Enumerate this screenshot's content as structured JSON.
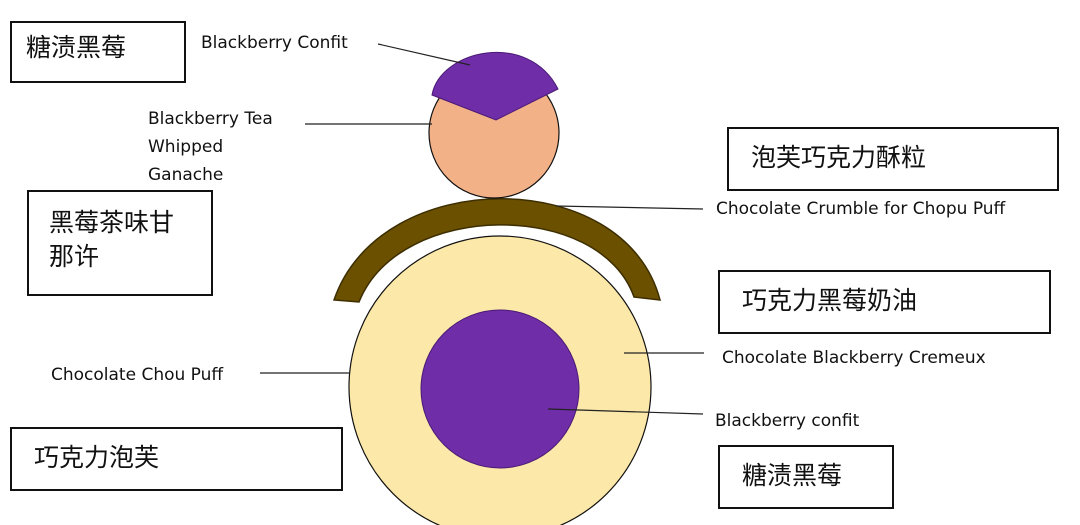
{
  "colors": {
    "confit_purple": "#6f2da8",
    "ganache_peach": "#f3b187",
    "crumble_brown": "#6b5000",
    "cremeux_cream": "#fce8a8",
    "leader_line": "#222222"
  },
  "chinese_labels": {
    "top_left": "糖渍黑莓",
    "mid_left": "黑莓茶味甘那许",
    "right_upper": "泡芙巧克力酥粒",
    "right_middle": "巧克力黑莓奶油",
    "bottom_left": "巧克力泡芙",
    "bottom_right": "糖渍黑莓"
  },
  "english_labels": {
    "blackberry_confit_top": "Blackberry Confit",
    "ganache_line1": "Blackberry Tea",
    "ganache_line2": "Whipped",
    "ganache_line3": "Ganache",
    "crumble": "Chocolate Crumble for Chopu Puff",
    "chou_puff": "Chocolate Chou Puff",
    "cremeux": "Chocolate Blackberry Cremeux",
    "blackberry_confit_bottom": "Blackberry confit"
  }
}
